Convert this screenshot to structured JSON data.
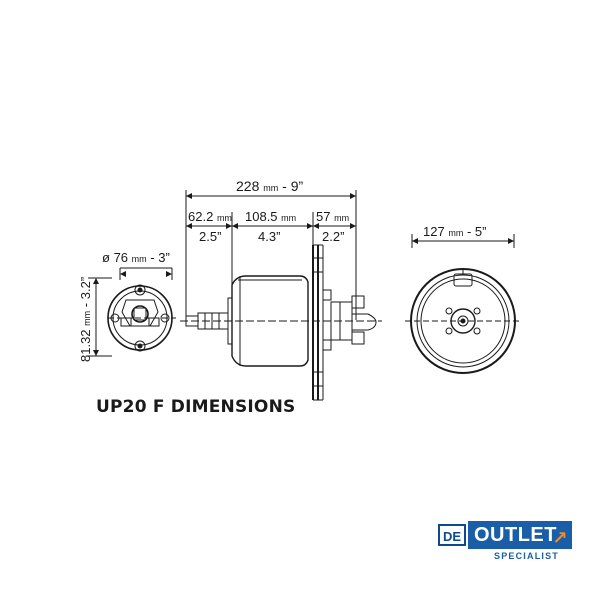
{
  "title": "UP20 F DIMENSIONS",
  "dimensions": {
    "overall": {
      "value": "228",
      "unit": "mm",
      "imperial": "- 9”"
    },
    "seg1": {
      "value": "62.2",
      "unit": "mm",
      "imperial": "2.5”"
    },
    "seg2": {
      "value": "108.5",
      "unit": "mm",
      "imperial": "4.3”"
    },
    "seg3": {
      "value": "57",
      "unit": "mm",
      "imperial": "2.2”"
    },
    "diameter": {
      "symbol": "ø",
      "value": "76",
      "unit": "mm",
      "imperial": "- 3”"
    },
    "height": {
      "value": "81.32",
      "unit": "mm",
      "imperial": "- 3.2”"
    },
    "front": {
      "value": "127",
      "unit": "mm",
      "imperial": "- 5”"
    }
  },
  "logo": {
    "prefix": "DE",
    "name": "OUTLET",
    "arrow": "↗",
    "tagline": "SPECIALIST",
    "colors": {
      "primary": "#1b5ea8",
      "accent": "#f28c1e"
    }
  }
}
